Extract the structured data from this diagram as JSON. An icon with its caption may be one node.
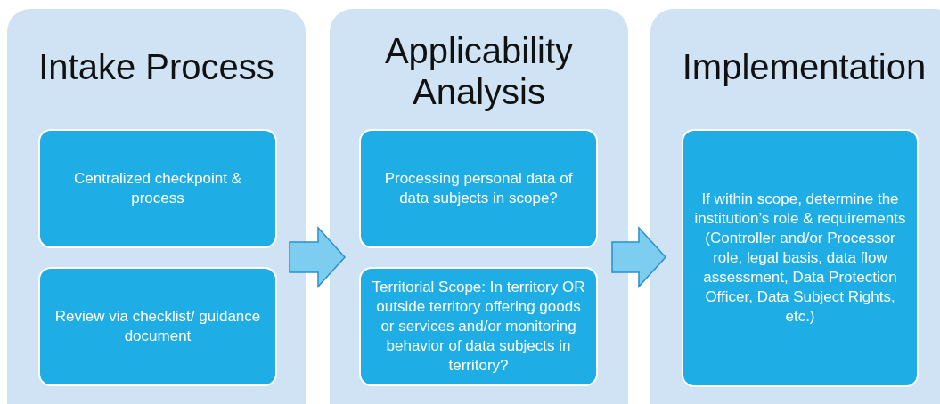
{
  "diagram": {
    "nodes": [
      {
        "text": [
          "Intake Process"
        ]
      },
      {
        "text": [
          "Centralized checkpoint & process"
        ],
        "in": 0
      },
      {
        "text": [
          "Review via checklist/ guidance document"
        ],
        "in": 0
      },
      {
        "text": [
          "Applicability Analysis"
        ]
      },
      {
        "text": [
          "Processing personal data of data subjects in scope?"
        ],
        "in": 3
      },
      {
        "text": [
          "Territorial Scope: In territory OR outside territory offering goods or services and/or monitoring behavior of data subjects in territory?"
        ],
        "in": 3
      },
      {
        "text": [
          "Implementation"
        ]
      },
      {
        "text": [
          "If within scope, determine the institution’s role & requirements (Controller and/or Processor role, legal basis, data flow assessment, Data Protection Officer, Data Subject Rights, etc.)"
        ],
        "in": 6
      }
    ],
    "edges": [
      {
        "from": 0,
        "to": 3,
        "arrow": "to"
      },
      {
        "from": 3,
        "to": 6,
        "arrow": "to"
      }
    ]
  }
}
